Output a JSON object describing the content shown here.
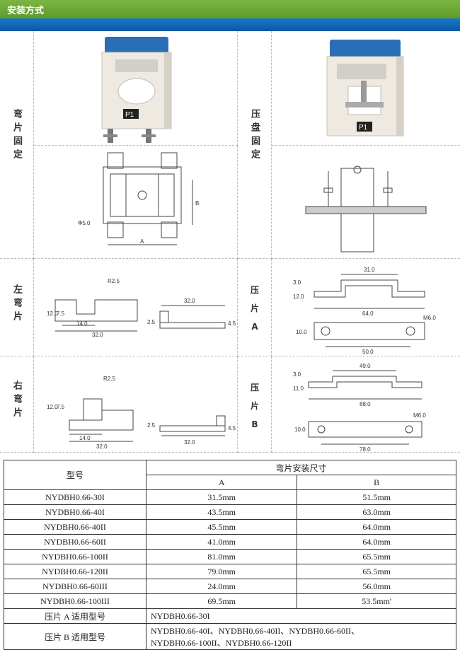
{
  "header": {
    "title": "安装方式"
  },
  "sections": {
    "bent_fix": "弯片固定",
    "press_fix": "压盘固定",
    "left_bend": "左弯片",
    "right_bend": "右弯片",
    "press_a": [
      "压",
      "片",
      "A"
    ],
    "press_b": [
      "压",
      "片",
      "B"
    ]
  },
  "photo_labels": {
    "p1": "P1"
  },
  "drawing_labels": {
    "dia": "Φ5.0",
    "A": "A",
    "B": "B",
    "r25": "R2.5",
    "d120": "12.0",
    "d75": "7.5",
    "d140": "14.0",
    "d320": "32.0",
    "d25": "2.5",
    "d45": "4.5",
    "d320b": "32.0",
    "a_30": "3.0",
    "a_310": "31.0",
    "a_120": "12.0",
    "a_640": "64.0",
    "a_100": "10.0",
    "a_m60": "M6.0",
    "a_500": "50.0",
    "b_30": "3.0",
    "b_490": "49.0",
    "b_110": "11.0",
    "b_880": "88.0",
    "b_100": "10.0",
    "b_m60": "M6.0",
    "b_780": "78.0",
    "rr25": "R2.5",
    "r_120": "12.0",
    "r_75": "7.5",
    "r_140": "14.0",
    "r_320": "32.0",
    "r_25": "2.5",
    "r_45": "4.5",
    "r_320b": "32.0"
  },
  "table": {
    "model_header": "型号",
    "dim_header": "弯片安装尺寸",
    "col_a": "A",
    "col_b": "B",
    "rows": [
      {
        "model": "NYDBH0.66-30I",
        "a": "31.5mm",
        "b": "51.5mm"
      },
      {
        "model": "NYDBH0.66-40I",
        "a": "43.5mm",
        "b": "63.0mm"
      },
      {
        "model": "NYDBH0.66-40II",
        "a": "45.5mm",
        "b": "64.0mm"
      },
      {
        "model": "NYDBH0.66-60II",
        "a": "41.0mm",
        "b": "64.0mm"
      },
      {
        "model": "NYDBH0.66-100II",
        "a": "81.0mm",
        "b": "65.5mm"
      },
      {
        "model": "NYDBH0.66-120II",
        "a": "79.0mm",
        "b": "65.5mm"
      },
      {
        "model": "NYDBH0.66-60III",
        "a": "24.0mm",
        "b": "56.0mm"
      },
      {
        "model": "NYDBH0.66-100III",
        "a": "69.5mm",
        "b": "53.5mm'"
      }
    ],
    "press_a_label": "压片 A 适用型号",
    "press_a_models": "NYDBH0.66-30I",
    "press_b_label": "压片 B 适用型号",
    "press_b_models_1": "NYDBH0.66-40I、NYDBH0.66-40II、NYDBH0.66-60II、",
    "press_b_models_2": "NYDBH0.66-100II、NYDBH0.66-120II"
  }
}
